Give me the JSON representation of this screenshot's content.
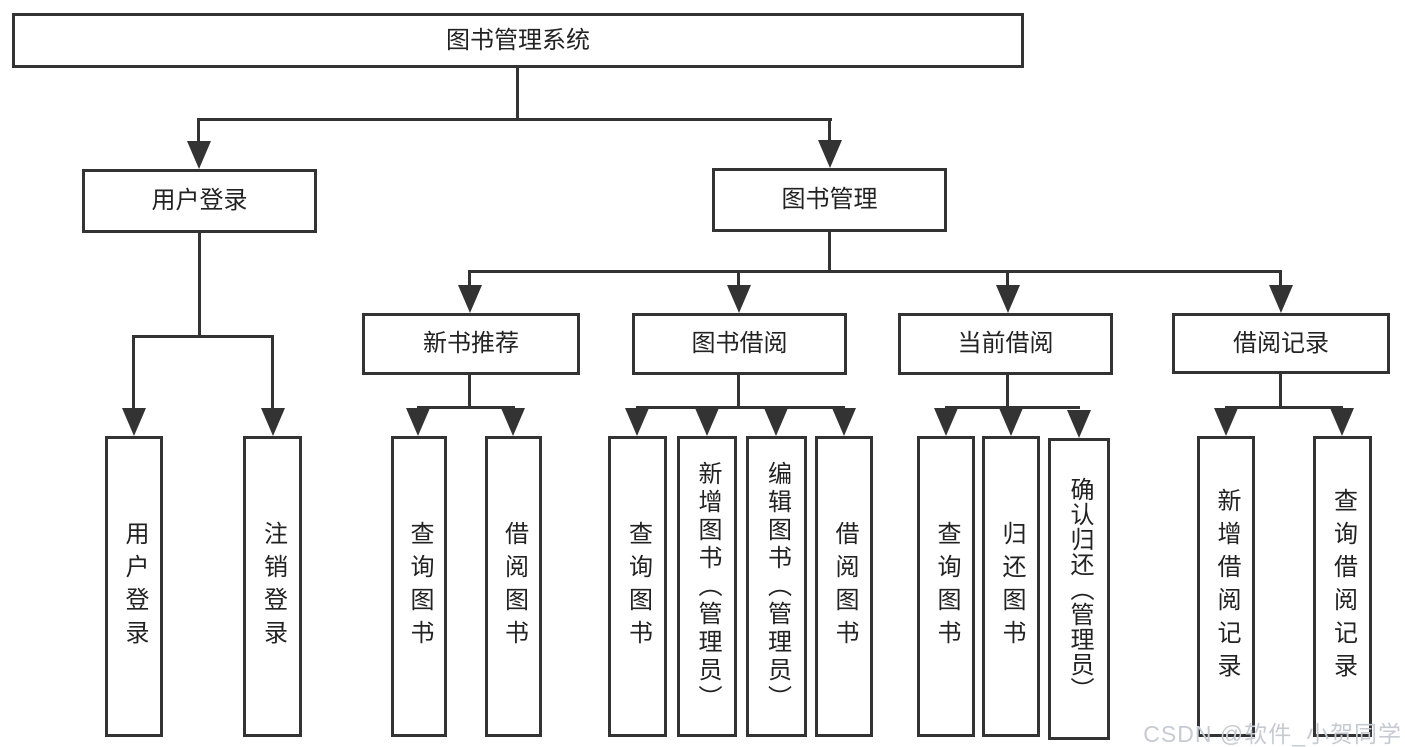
{
  "diagram": {
    "root": {
      "label": "图书管理系统"
    },
    "branches": [
      {
        "label": "用户登录",
        "children": [
          {
            "label": "用户登录"
          },
          {
            "label": "注销登录"
          }
        ]
      },
      {
        "label": "图书管理",
        "children": [
          {
            "label": "新书推荐",
            "children": [
              {
                "label": "查询图书"
              },
              {
                "label": "借阅图书"
              }
            ]
          },
          {
            "label": "图书借阅",
            "children": [
              {
                "label": "查询图书"
              },
              {
                "label": "新增图书（管理员）"
              },
              {
                "label": "编辑图书（管理员）"
              },
              {
                "label": "借阅图书"
              }
            ]
          },
          {
            "label": "当前借阅",
            "children": [
              {
                "label": "查询图书"
              },
              {
                "label": "归还图书"
              },
              {
                "label": "确认归还（管理员）"
              }
            ]
          },
          {
            "label": "借阅记录",
            "children": [
              {
                "label": "新增借阅记录"
              },
              {
                "label": "查询借阅记录"
              }
            ]
          }
        ]
      }
    ]
  },
  "watermark": "CSDN @软件_小贺同学",
  "colors": {
    "line": "#333333",
    "text": "#222222",
    "background": "#ffffff",
    "watermark": "#c6cbd2"
  }
}
